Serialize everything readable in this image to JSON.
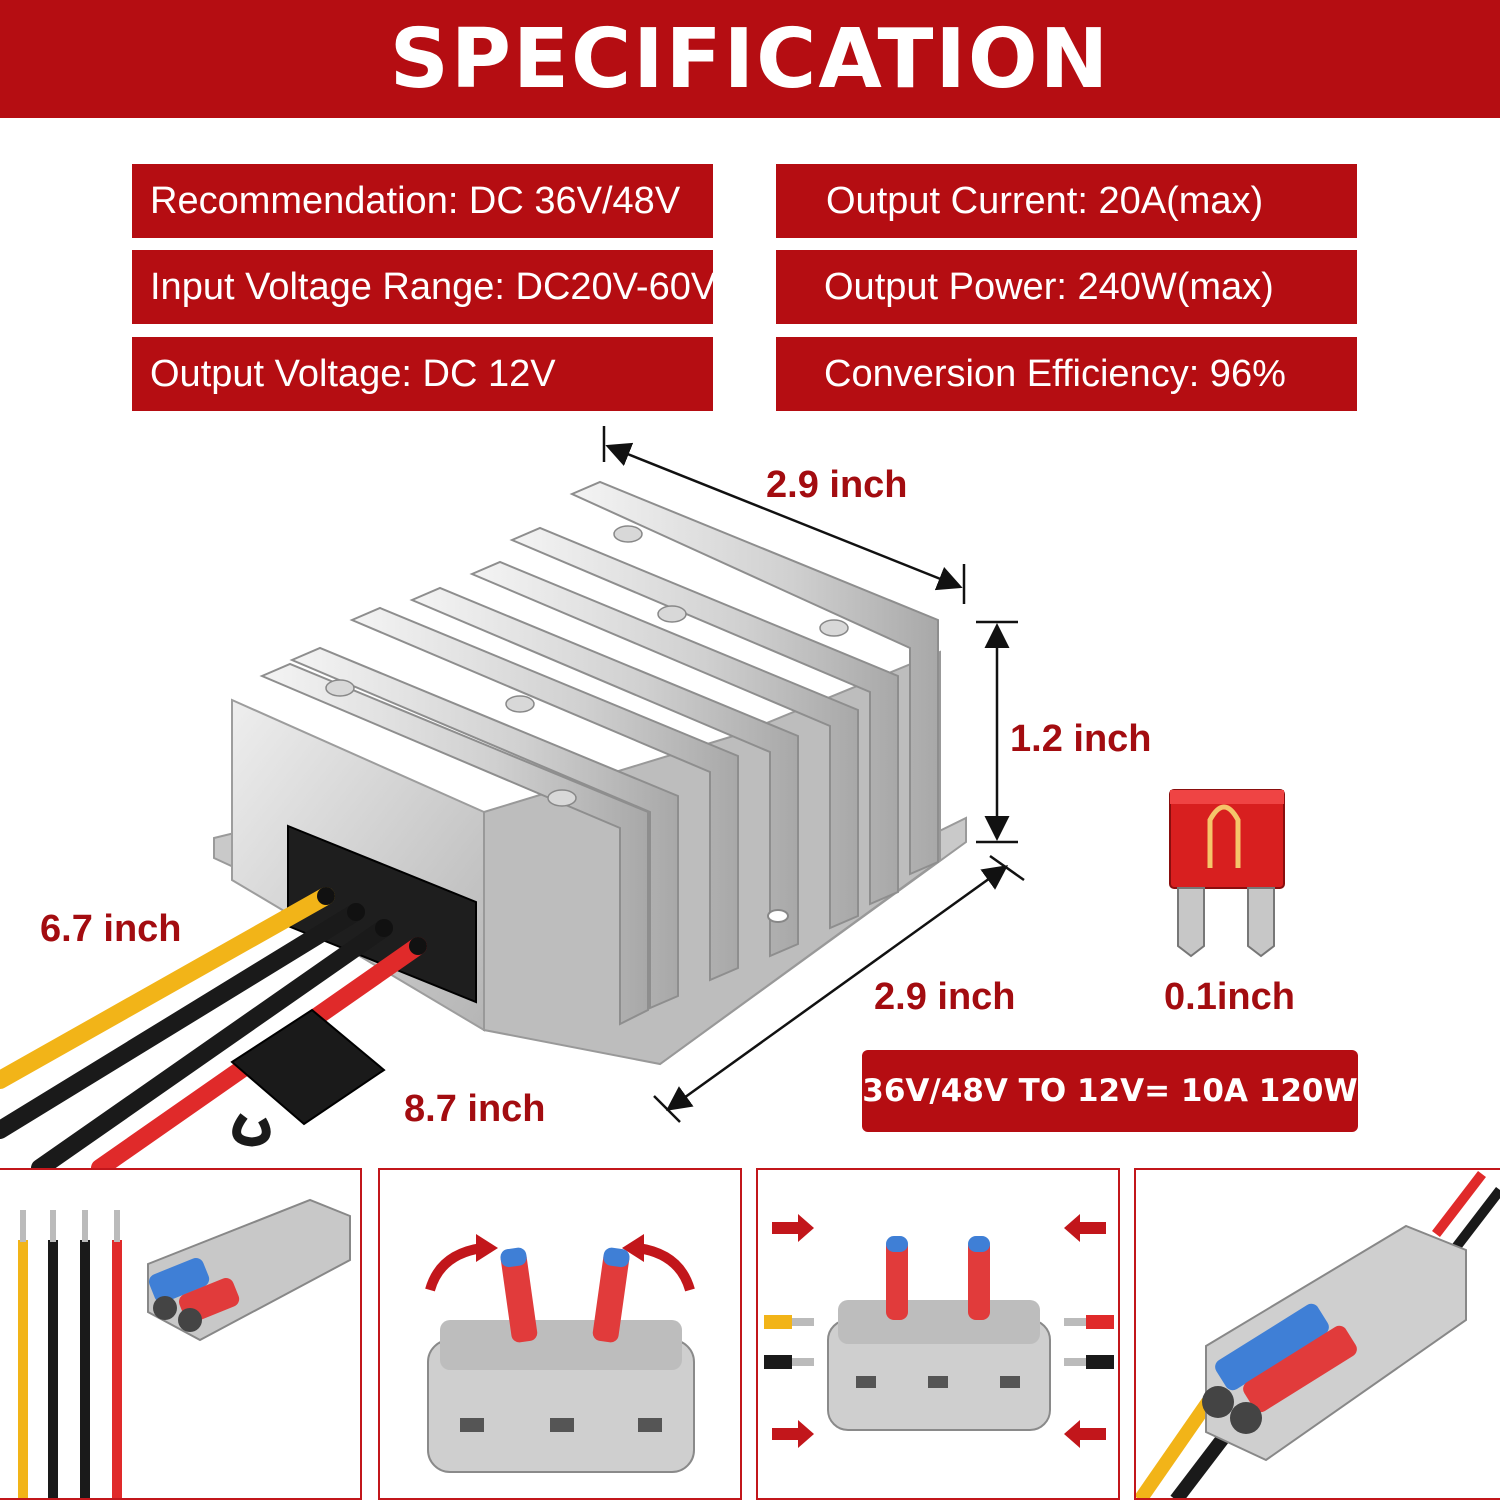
{
  "header": {
    "title": "SPECIFICATION"
  },
  "specs": {
    "recommendation": "Recommendation: DC 36V/48V",
    "input_range": "Input Voltage Range: DC20V-60V",
    "output_voltage": "Output Voltage: DC 12V",
    "output_current": "Output Current: 20A(max)",
    "output_power": "Output Power: 240W(max)",
    "efficiency": "Conversion Efficiency: 96%"
  },
  "dimensions": {
    "length": "2.9 inch",
    "height": "1.2 inch",
    "width": "2.9 inch",
    "yellow_wire": "6.7 inch",
    "red_wire": "8.7 inch",
    "fuse_pin": "0.1inch"
  },
  "summary": "36V/48V TO 12V= 10A 120W",
  "colors": {
    "brand_red": "#b50d12",
    "label_red": "#a30c10",
    "wire_yellow": "#f2b418",
    "wire_red": "#e02a2a",
    "wire_black": "#1a1a1a"
  },
  "icons": [
    "converter-heatsink",
    "mini-blade-fuse",
    "inline-fuse-holder",
    "lever-wire-connector",
    "lever-arrow-icon",
    "insert-arrow-icon"
  ]
}
